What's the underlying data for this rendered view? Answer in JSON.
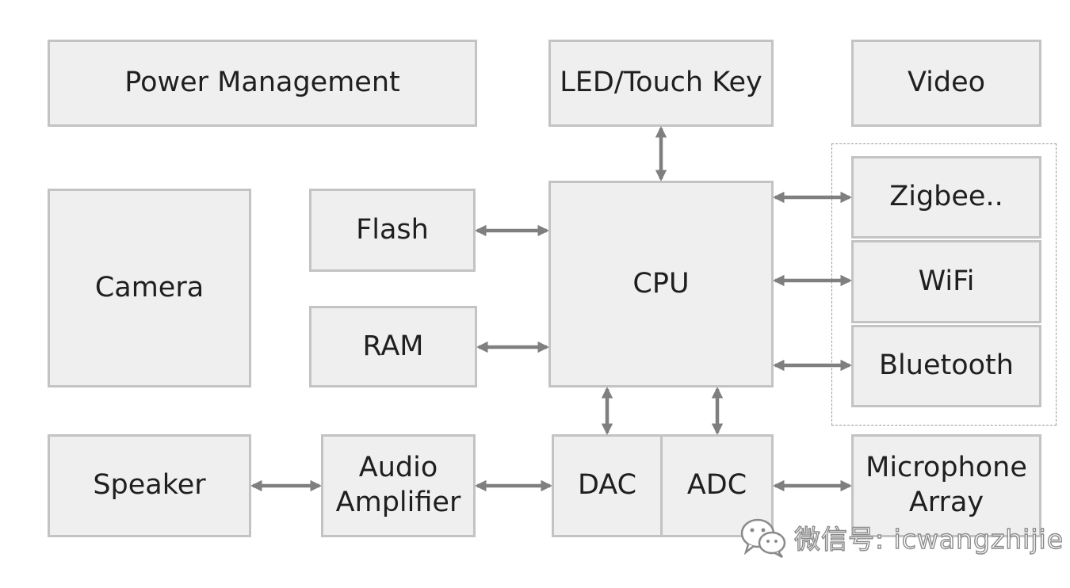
{
  "blocks": {
    "power_management": "Power Management",
    "led_touch_key": "LED/Touch Key",
    "video": "Video",
    "camera": "Camera",
    "flash": "Flash",
    "ram": "RAM",
    "cpu": "CPU",
    "zigbee": "Zigbee..",
    "wifi": "WiFi",
    "bluetooth": "Bluetooth",
    "speaker": "Speaker",
    "audio_amplifier": "Audio\nAmplifier",
    "dac": "DAC",
    "adc": "ADC",
    "microphone_array": "Microphone\nArray"
  },
  "watermark": {
    "icon": "wechat-icon",
    "text": "微信号: icwangzhijie"
  },
  "colors": {
    "box_fill": "#efefef",
    "box_border": "#c3c3c3",
    "arrow": "#7f7f7f",
    "text": "#1f1f1f"
  }
}
